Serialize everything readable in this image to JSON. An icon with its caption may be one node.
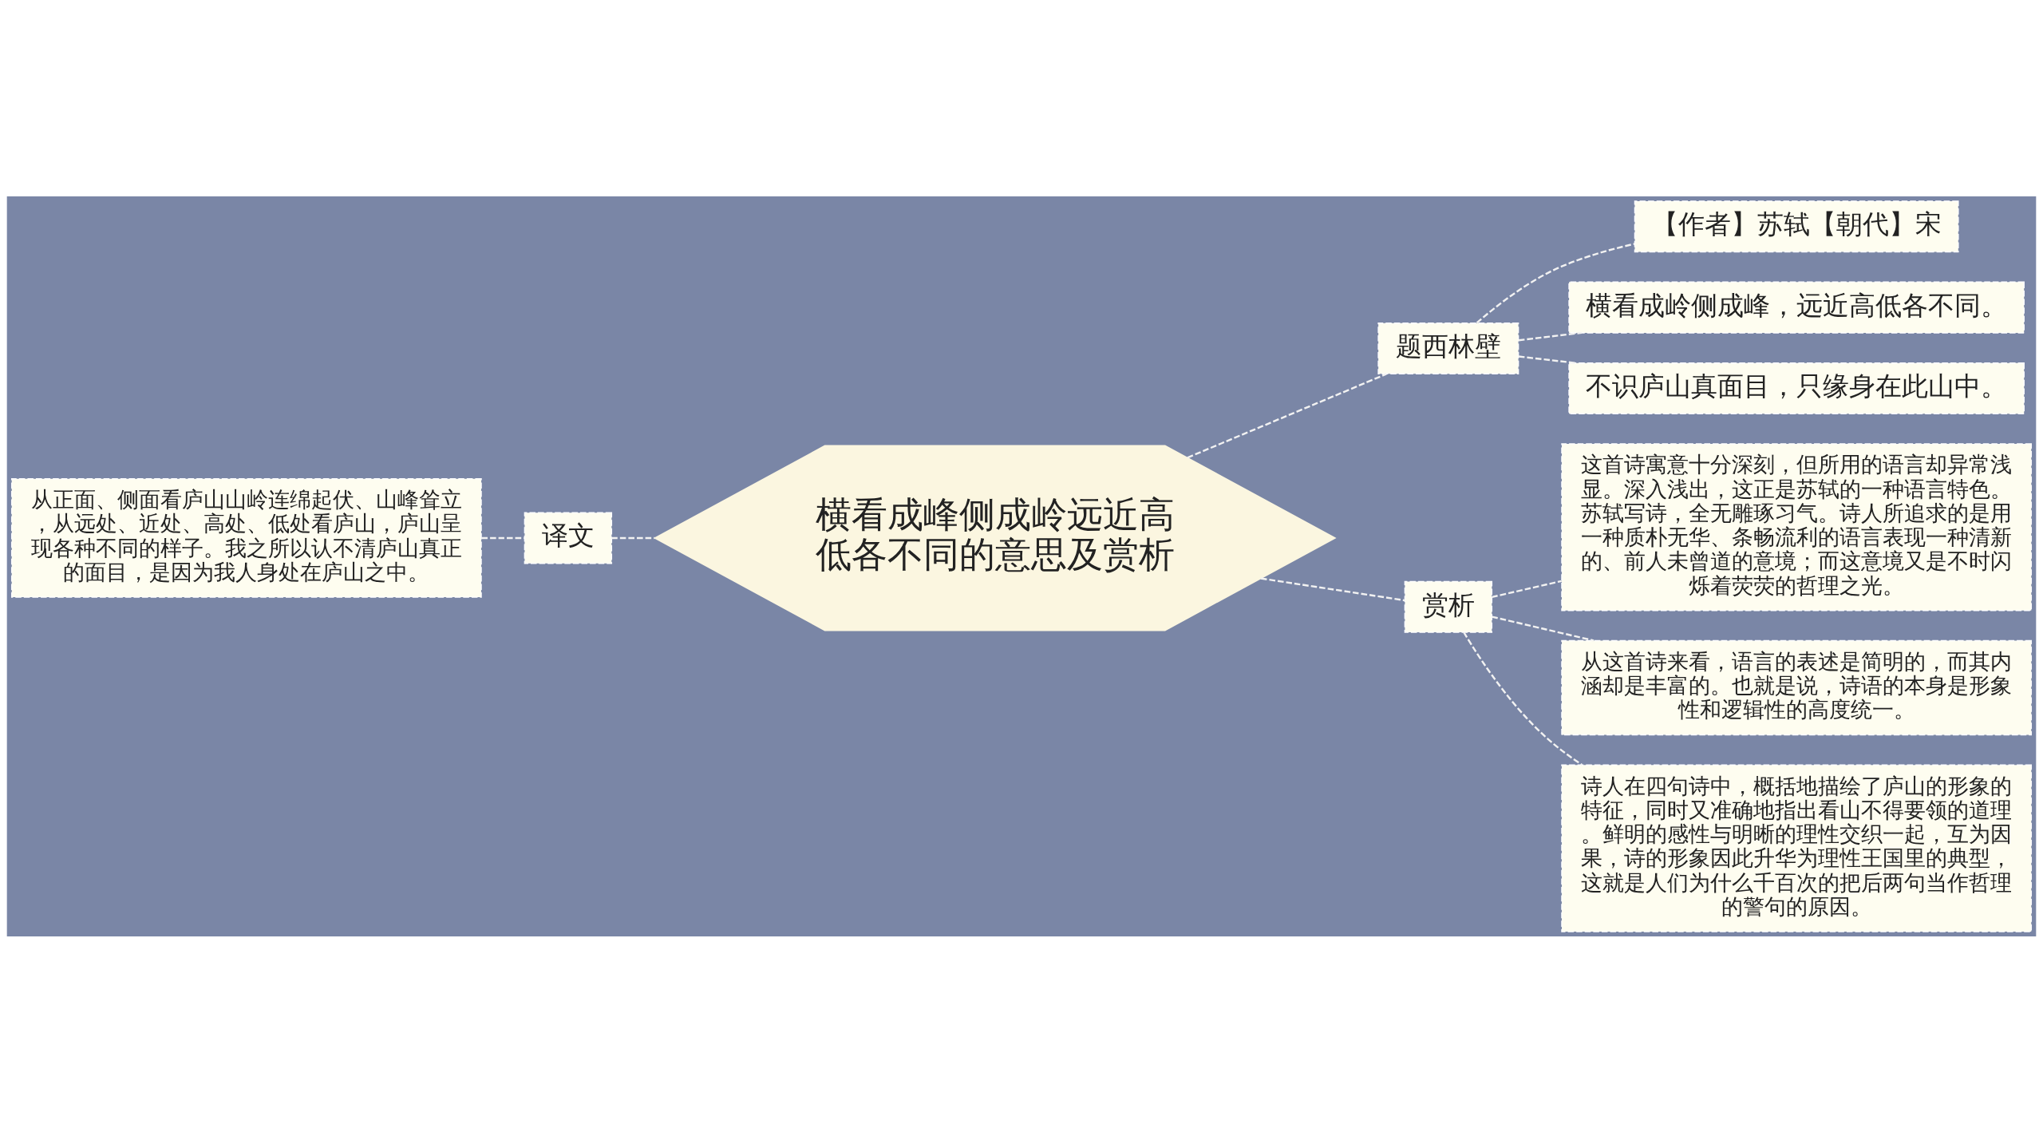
{
  "diagram": {
    "nodes": [
      {
        "text": [
          "横看成峰侧成岭远近高低各不同的意思及赏析"
        ]
      },
      {
        "text": [
          "译文"
        ]
      },
      {
        "text": [
          "从正面、侧面看庐山山岭连绵起伏、山峰耸立，从远处、近处、高处、低处看庐山，庐山呈现各种不同的样子。我之所以认不清庐山真正的面目，是因为我人身处在庐山之中。"
        ]
      },
      {
        "text": [
          "题西林壁"
        ]
      },
      {
        "text": [
          "【作者】苏轼【朝代】宋"
        ]
      },
      {
        "text": [
          "横看成岭侧成峰，远近高低各不同。"
        ]
      },
      {
        "text": [
          "不识庐山真面目，只缘身在此山中。"
        ]
      },
      {
        "text": [
          "赏析"
        ]
      },
      {
        "text": [
          "这首诗寓意十分深刻，但所用的语言却异常浅显。深入浅出，这正是苏轼的一种语言特色。苏轼写诗，全无雕琢习气。诗人所追求的是用一种质朴无华、条畅流利的语言表现一种清新的、前人未曾道的意境；而这意境又是不时闪烁着荧荧的哲理之光。"
        ]
      },
      {
        "text": [
          "从这首诗来看，语言的表述是简明的，而其内涵却是丰富的。也就是说，诗语的本身是形象性和逻辑性的高度统一。"
        ]
      },
      {
        "text": [
          "诗人在四句诗中，概括地描绘了庐山的形象的特征，同时又准确地指出看山不得要领的道理。鲜明的感性与明晰的理性交织一起，互为因果，诗的形象因此升华为理性王国里的典型，这就是人们为什么千百次的把后两句当作哲理的警句的原因。"
        ]
      }
    ],
    "edges": [
      {
        "from": 2,
        "to": 1,
        "arrow": "none",
        "style": "dashed"
      },
      {
        "from": 1,
        "to": 0,
        "arrow": "none",
        "style": "dashed"
      },
      {
        "from": 0,
        "to": 3,
        "arrow": "none",
        "style": "dashed"
      },
      {
        "from": 3,
        "to": 4,
        "arrow": "none",
        "style": "dashed"
      },
      {
        "from": 3,
        "to": 5,
        "arrow": "none",
        "style": "dashed"
      },
      {
        "from": 3,
        "to": 6,
        "arrow": "none",
        "style": "dashed"
      },
      {
        "from": 0,
        "to": 7,
        "arrow": "none",
        "style": "dashed"
      },
      {
        "from": 7,
        "to": 8,
        "arrow": "none",
        "style": "dashed"
      },
      {
        "from": 7,
        "to": 9,
        "arrow": "none",
        "style": "dashed"
      },
      {
        "from": 7,
        "to": 10,
        "arrow": "none",
        "style": "dashed"
      }
    ]
  }
}
